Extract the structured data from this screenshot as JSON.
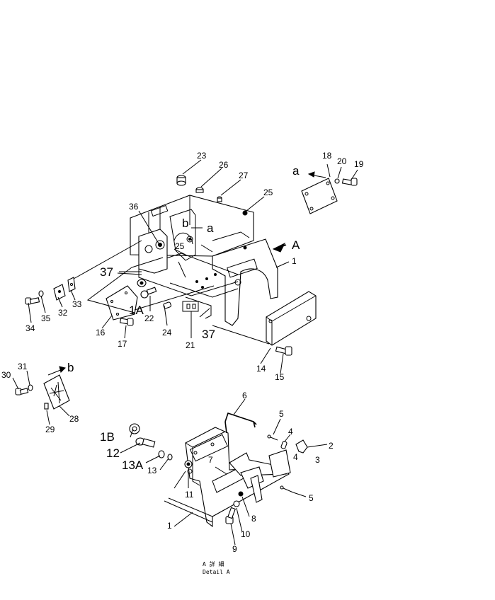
{
  "upper_assembly": {
    "labels": {
      "p1": "1",
      "p1A": "1A",
      "p14": "14",
      "p15": "15",
      "p16": "16",
      "p17": "17",
      "p18": "18",
      "p19": "19",
      "p20": "20",
      "p21": "21",
      "p22": "22",
      "p23": "23",
      "p24": "24",
      "p25a": "25",
      "p25b": "25",
      "p26": "26",
      "p27": "27",
      "p28": "28",
      "p29": "29",
      "p30": "30",
      "p31": "31",
      "p32": "32",
      "p33": "33",
      "p34": "34",
      "p35": "35",
      "p36": "36",
      "p37a": "37",
      "p37b": "37"
    },
    "view_marker_A": "A",
    "ref_a_main": "a",
    "ref_a_cover": "a",
    "ref_b_main": "b",
    "ref_b_plate": "b"
  },
  "detail_a": {
    "labels": {
      "p1": "1",
      "p1B": "1B",
      "p2": "2",
      "p3": "3",
      "p4a": "4",
      "p4b": "4",
      "p5a": "5",
      "p5b": "5",
      "p6": "6",
      "p7": "7",
      "p8": "8",
      "p9": "9",
      "p10": "10",
      "p11": "11",
      "p12": "12",
      "p13": "13",
      "p13A": "13A"
    },
    "caption_jp": "A 詳 細",
    "caption_en": "Detail A"
  }
}
